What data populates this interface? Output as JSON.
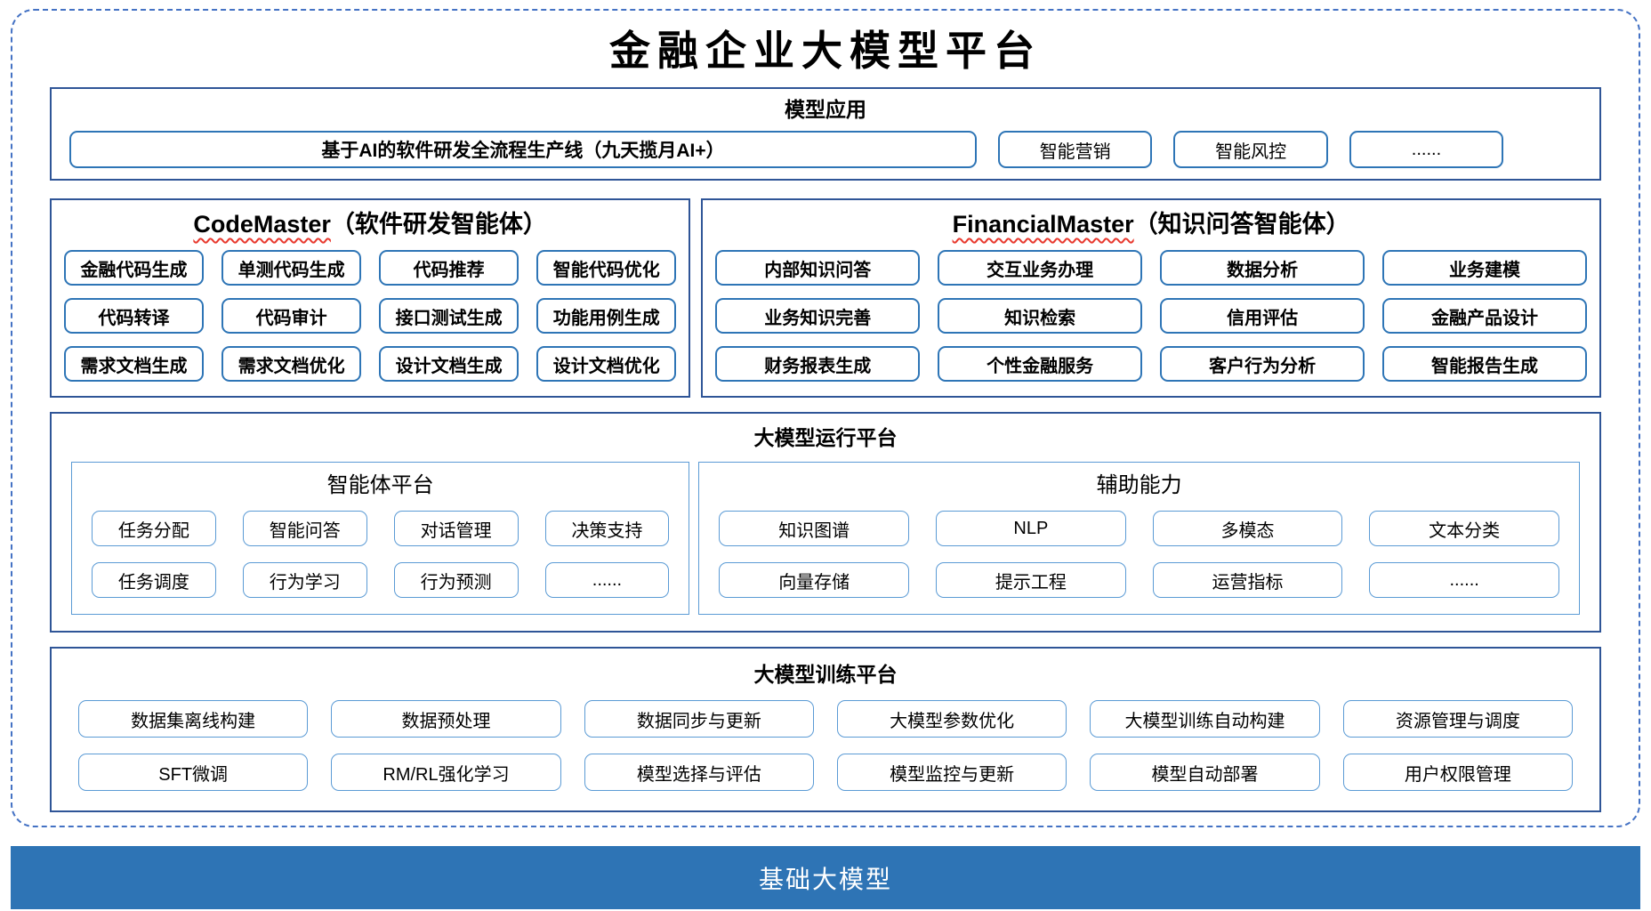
{
  "title": "金融企业大模型平台",
  "colors": {
    "outer_dashed_border": "#4472C4",
    "section_border": "#2F5597",
    "item_border_dark": "#2E75B6",
    "item_border_light": "#5B9BD5",
    "wavy_underline": "#E8392E",
    "foundation_bar_bg": "#2E74B5",
    "foundation_bar_text": "#FFFFFF"
  },
  "sections": {
    "model_app": {
      "title": "模型应用",
      "main_item": "基于AI的软件研发全流程生产线（九天揽月AI+）",
      "items": [
        "智能营销",
        "智能风控",
        "......"
      ]
    },
    "agents": [
      {
        "name": "CodeMaster",
        "suffix": "（软件研发智能体）",
        "items": [
          "金融代码生成",
          "单测代码生成",
          "代码推荐",
          "智能代码优化",
          "代码转译",
          "代码审计",
          "接口测试生成",
          "功能用例生成",
          "需求文档生成",
          "需求文档优化",
          "设计文档生成",
          "设计文档优化"
        ]
      },
      {
        "name": "FinancialMaster",
        "suffix": "（知识问答智能体）",
        "items": [
          "内部知识问答",
          "交互业务办理",
          "数据分析",
          "业务建模",
          "业务知识完善",
          "知识检索",
          "信用评估",
          "金融产品设计",
          "财务报表生成",
          "个性金融服务",
          "客户行为分析",
          "智能报告生成"
        ]
      }
    ],
    "runtime": {
      "title": "大模型运行平台",
      "groups": [
        {
          "title": "智能体平台",
          "items": [
            "任务分配",
            "智能问答",
            "对话管理",
            "决策支持",
            "任务调度",
            "行为学习",
            "行为预测",
            "......"
          ]
        },
        {
          "title": "辅助能力",
          "items": [
            "知识图谱",
            "NLP",
            "多模态",
            "文本分类",
            "向量存储",
            "提示工程",
            "运营指标",
            "......"
          ]
        }
      ]
    },
    "training": {
      "title": "大模型训练平台",
      "items": [
        "数据集离线构建",
        "数据预处理",
        "数据同步与更新",
        "大模型参数优化",
        "大模型训练自动构建",
        "资源管理与调度",
        "SFT微调",
        "RM/RL强化学习",
        "模型选择与评估",
        "模型监控与更新",
        "模型自动部署",
        "用户权限管理"
      ]
    },
    "foundation": {
      "title": "基础大模型"
    }
  }
}
